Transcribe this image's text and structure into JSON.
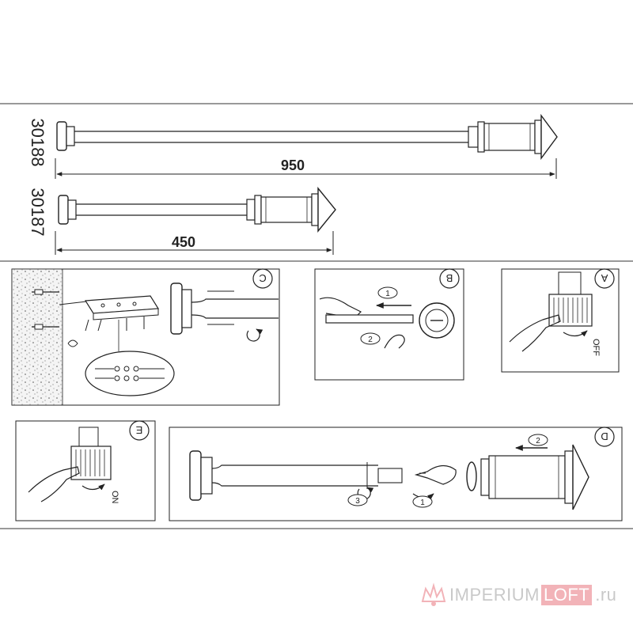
{
  "models": [
    {
      "code": "30188",
      "length": "950"
    },
    {
      "code": "30187",
      "length": "450"
    }
  ],
  "panels": {
    "a": {
      "letter": "A",
      "label": "OFF"
    },
    "b": {
      "letter": "B",
      "step1": "1",
      "step2": "2"
    },
    "c": {
      "letter": "C"
    },
    "d": {
      "letter": "D",
      "step1": "1",
      "step2": "2",
      "step3": "3"
    },
    "e": {
      "letter": "E",
      "label": "ON"
    }
  },
  "watermark": {
    "main": "IMPERIUM",
    "boxed": "LOFT",
    "suffix": ".ru",
    "accent_color": "#f2b3b8",
    "logo_icon": "crown-logo-icon"
  }
}
